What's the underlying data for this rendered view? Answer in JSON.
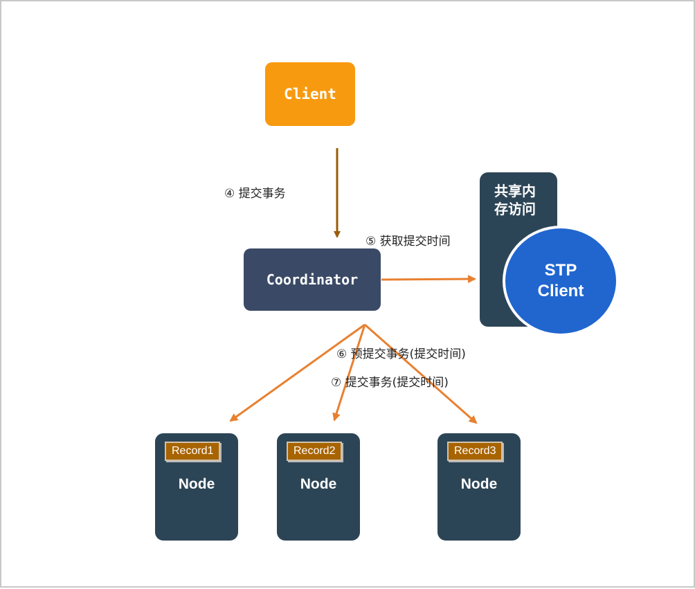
{
  "diagram": {
    "nodes": {
      "client": "Client",
      "coordinator": "Coordinator",
      "shared_memory": "共享内存访问",
      "stp_client": "STP Client",
      "node_label": "Node",
      "records": [
        "Record1",
        "Record2",
        "Record3"
      ]
    },
    "steps": {
      "step4": "④  提交事务",
      "step5": "⑤  获取提交时间",
      "step6": "⑥  预提交事务(提交时间)",
      "step7": "⑦  提交事务(提交时间)"
    },
    "colors": {
      "client": "#f89a0f",
      "coordinator": "#3a4a66",
      "node": "#2c4556",
      "stp_client": "#2166cf",
      "record_tag": "#a86400",
      "arrow_client": "#9a5c06",
      "arrow_coordinator": "#e88030"
    }
  }
}
